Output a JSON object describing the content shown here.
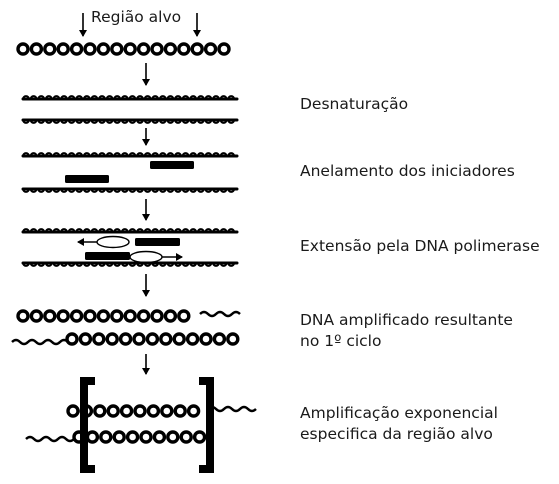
{
  "target_label": "Região alvo",
  "steps": [
    {
      "label": "Desnaturação"
    },
    {
      "label": "Anelamento dos iniciadores"
    },
    {
      "label": "Extensão pela DNA polimerase"
    },
    {
      "label_lines": [
        "DNA amplificado resultante",
        "no 1º ciclo"
      ]
    },
    {
      "label_lines": [
        "Amplificação exponencial",
        "especifica da região alvo"
      ]
    }
  ],
  "colors": {
    "ink": "#000000",
    "text": "#1a1a1a",
    "background": "#ffffff"
  }
}
